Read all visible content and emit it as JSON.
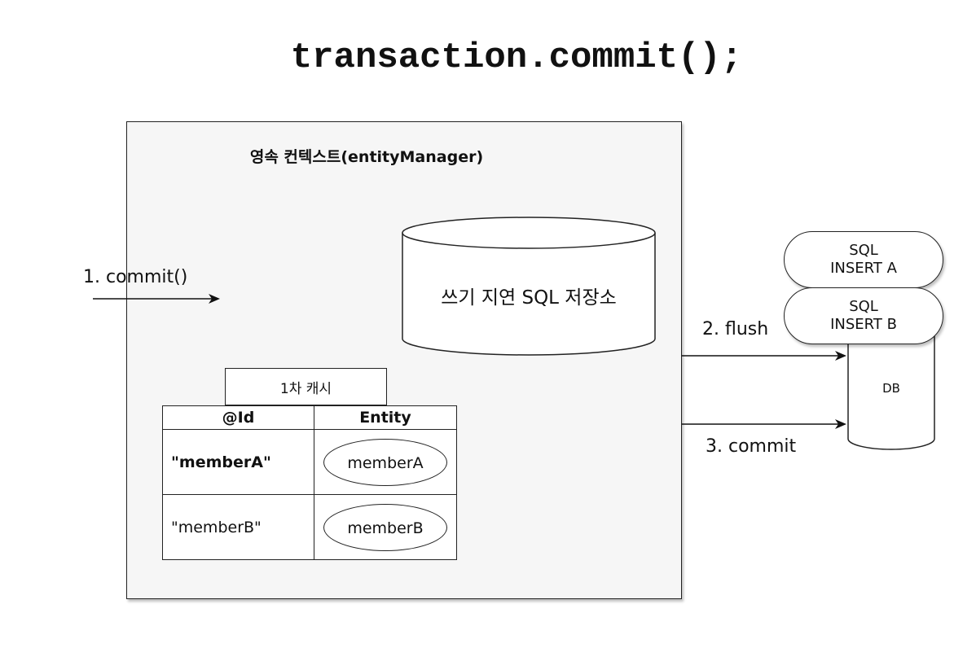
{
  "title": "transaction.commit();",
  "persistence_context": {
    "label": "영속 컨텍스트(entityManager)",
    "write_store_label": "쓰기 지연 SQL 저장소",
    "cache": {
      "tab_label": "1차 캐시",
      "headers": [
        "@Id",
        "Entity"
      ],
      "rows": [
        {
          "id": "\"memberA\"",
          "entity": "memberA"
        },
        {
          "id": "\"memberB\"",
          "entity": "memberB"
        }
      ]
    }
  },
  "step1_label": "1. commit()",
  "step2_label": "2. flush",
  "step3_label": "3. commit",
  "db_label": "DB",
  "sql_queue": [
    {
      "line1": "SQL",
      "line2": "INSERT A"
    },
    {
      "line1": "SQL",
      "line2": "INSERT B"
    }
  ]
}
